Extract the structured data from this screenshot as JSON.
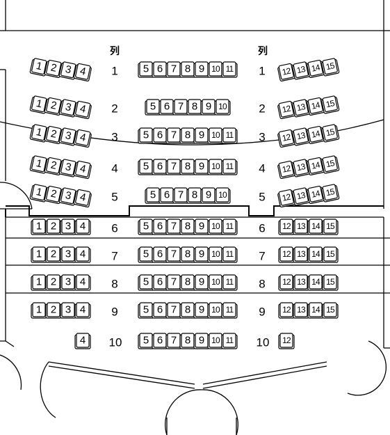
{
  "column_label": "列",
  "rows": [
    {
      "label": "1",
      "left": [
        "1",
        "2",
        "3",
        "4"
      ],
      "center": [
        "5",
        "6",
        "7",
        "8",
        "9",
        "10",
        "11"
      ],
      "right": [
        "12",
        "13",
        "14",
        "15"
      ],
      "tier": "upper"
    },
    {
      "label": "2",
      "left": [
        "1",
        "2",
        "3",
        "4"
      ],
      "center": [
        "5",
        "6",
        "7",
        "8",
        "9",
        "10"
      ],
      "right": [
        "12",
        "13",
        "14",
        "15"
      ],
      "tier": "upper"
    },
    {
      "label": "3",
      "left": [
        "1",
        "2",
        "3",
        "4"
      ],
      "center": [
        "5",
        "6",
        "7",
        "8",
        "9",
        "10",
        "11"
      ],
      "right": [
        "12",
        "13",
        "14",
        "15"
      ],
      "tier": "upper"
    },
    {
      "label": "4",
      "left": [
        "1",
        "2",
        "3",
        "4"
      ],
      "center": [
        "5",
        "6",
        "7",
        "8",
        "9",
        "10",
        "11"
      ],
      "right": [
        "12",
        "13",
        "14",
        "15"
      ],
      "tier": "upper"
    },
    {
      "label": "5",
      "left": [
        "1",
        "2",
        "3",
        "4"
      ],
      "center": [
        "5",
        "6",
        "7",
        "8",
        "9",
        "10"
      ],
      "right": [
        "12",
        "13",
        "14",
        "15"
      ],
      "tier": "upper"
    },
    {
      "label": "6",
      "left": [
        "1",
        "2",
        "3",
        "4"
      ],
      "center": [
        "5",
        "6",
        "7",
        "8",
        "9",
        "10",
        "11"
      ],
      "right": [
        "12",
        "13",
        "14",
        "15"
      ],
      "tier": "lower"
    },
    {
      "label": "7",
      "left": [
        "1",
        "2",
        "3",
        "4"
      ],
      "center": [
        "5",
        "6",
        "7",
        "8",
        "9",
        "10",
        "11"
      ],
      "right": [
        "12",
        "13",
        "14",
        "15"
      ],
      "tier": "lower"
    },
    {
      "label": "8",
      "left": [
        "1",
        "2",
        "3",
        "4"
      ],
      "center": [
        "5",
        "6",
        "7",
        "8",
        "9",
        "10",
        "11"
      ],
      "right": [
        "12",
        "13",
        "14",
        "15"
      ],
      "tier": "lower"
    },
    {
      "label": "9",
      "left": [
        "1",
        "2",
        "3",
        "4"
      ],
      "center": [
        "5",
        "6",
        "7",
        "8",
        "9",
        "10",
        "11"
      ],
      "right": [
        "12",
        "13",
        "14",
        "15"
      ],
      "tier": "lower"
    },
    {
      "label": "10",
      "left": [
        "4"
      ],
      "center": [
        "5",
        "6",
        "7",
        "8",
        "9",
        "10",
        "11"
      ],
      "right": [
        "12"
      ],
      "tier": "lower"
    }
  ]
}
